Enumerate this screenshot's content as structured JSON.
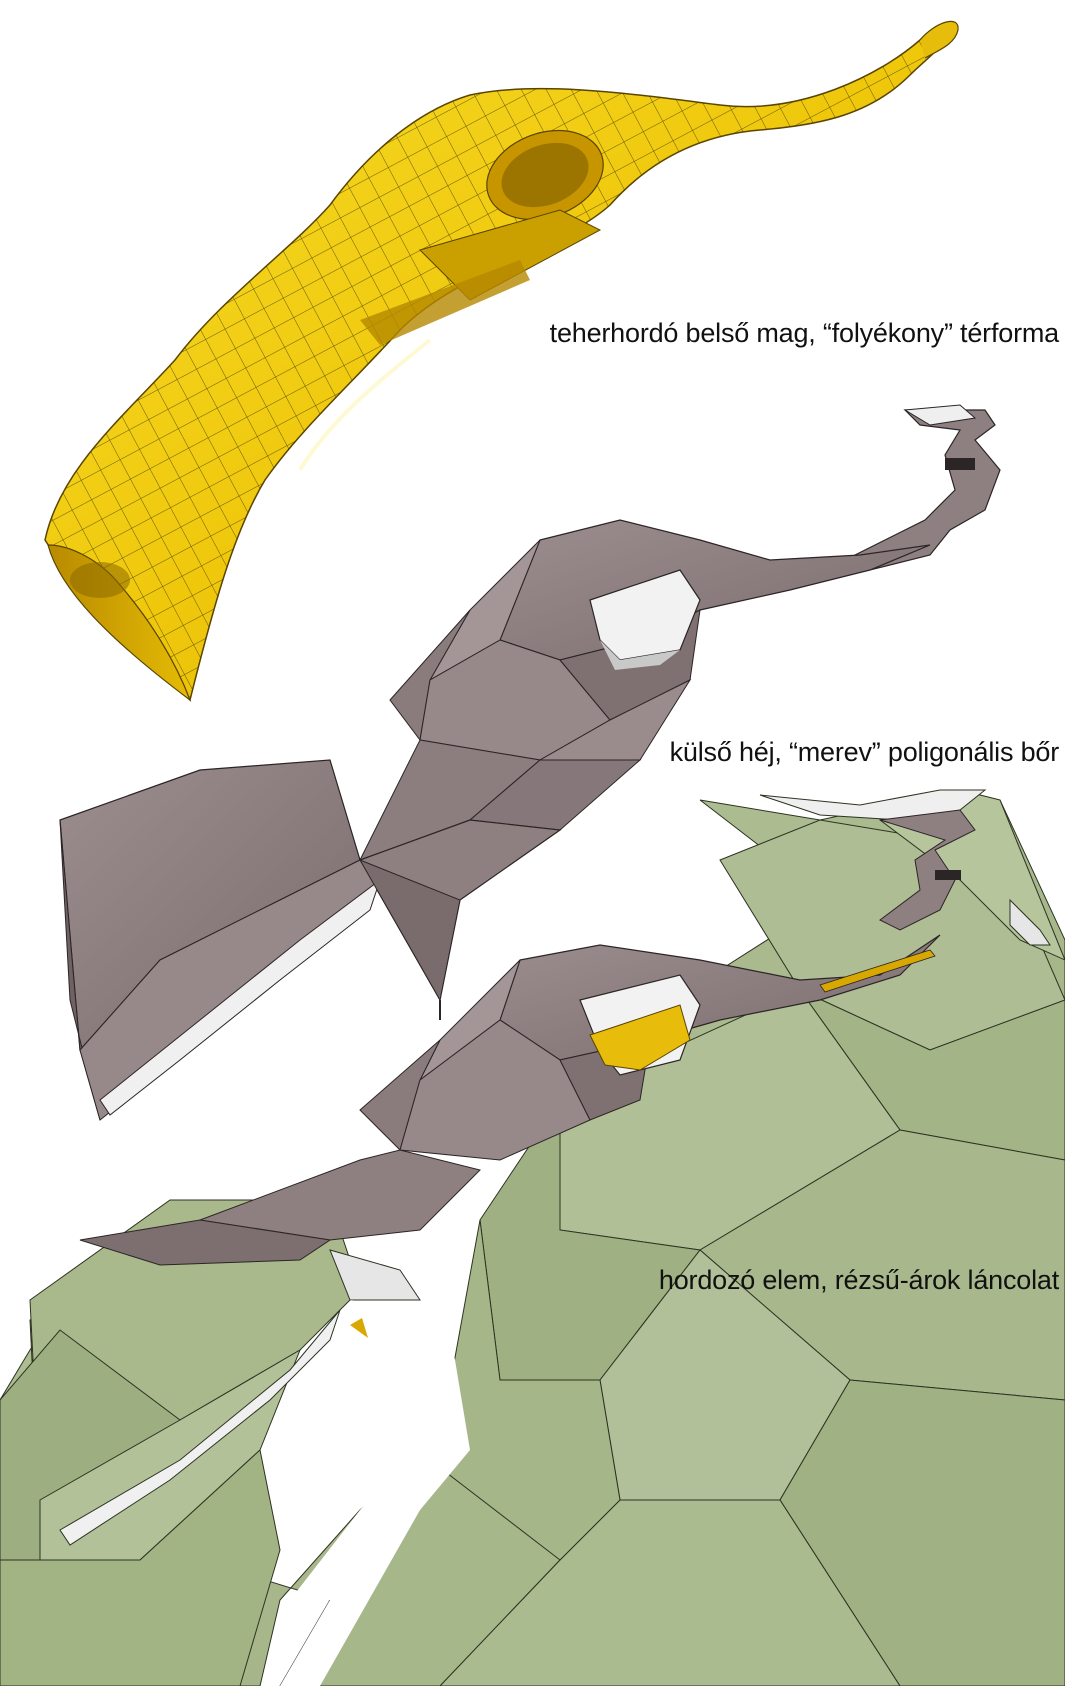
{
  "layers": [
    {
      "id": "core",
      "caption": "teherhordó belső mag, “folyékony” térforma",
      "color": "#f2cf10",
      "line_color": "#3a3000"
    },
    {
      "id": "shell",
      "caption": "külső héj,  “merev” poligonális bőr",
      "color": "#8e7f80",
      "line_color": "#2b2526"
    },
    {
      "id": "base",
      "caption": "hordozó elem, rézsű-árok láncolat",
      "color": "#a7b889",
      "line_color": "#2c3322"
    }
  ]
}
